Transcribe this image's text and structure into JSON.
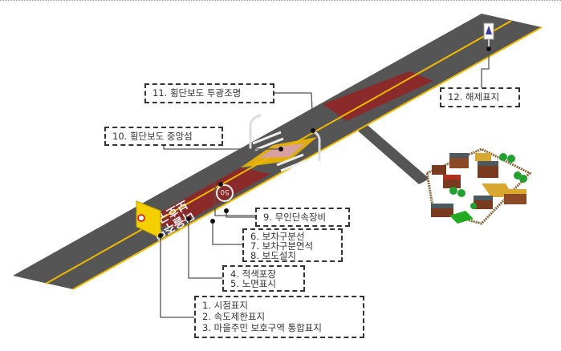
{
  "labels": {
    "l11": "11. 횡단보도 투광조명",
    "l10": "10. 횡단보도 중앙섬",
    "l9": "9. 무인단속장비",
    "l6": "6. 보차구분선",
    "l7": "7. 보차구분연석",
    "l8": "8. 보도설치",
    "l4": "4. 적색포장",
    "l5": "5. 노면표시",
    "l1": "1. 시점표지",
    "l2": "2. 속도제한표지",
    "l3": "3. 마을주민 보호구역 통합표지",
    "l12": "12. 해제표지"
  },
  "road_marking": {
    "line1": "마을주민",
    "line2": "보호구역",
    "speed": "50"
  },
  "colors": {
    "road": "#555555",
    "center_line": "#f0b800",
    "red_zone": "#8b2a2a",
    "sign": "#f5d000"
  }
}
